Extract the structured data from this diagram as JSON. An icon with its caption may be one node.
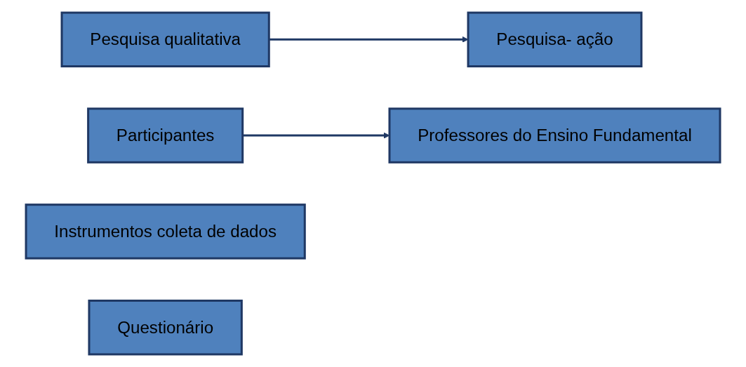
{
  "diagram": {
    "nodes": [
      {
        "text": [
          "Pesquisa qualitativa"
        ]
      },
      {
        "text": [
          "Pesquisa- ação"
        ]
      },
      {
        "text": [
          "Participantes"
        ]
      },
      {
        "text": [
          "Professores do Ensino Fundamental"
        ]
      },
      {
        "text": [
          "Instrumentos coleta de dados"
        ]
      },
      {
        "text": [
          "Questionário"
        ]
      }
    ],
    "edges": [
      {
        "from": 0,
        "to": 1,
        "arrow": "to"
      },
      {
        "from": 2,
        "to": 3,
        "arrow": "to"
      }
    ]
  }
}
